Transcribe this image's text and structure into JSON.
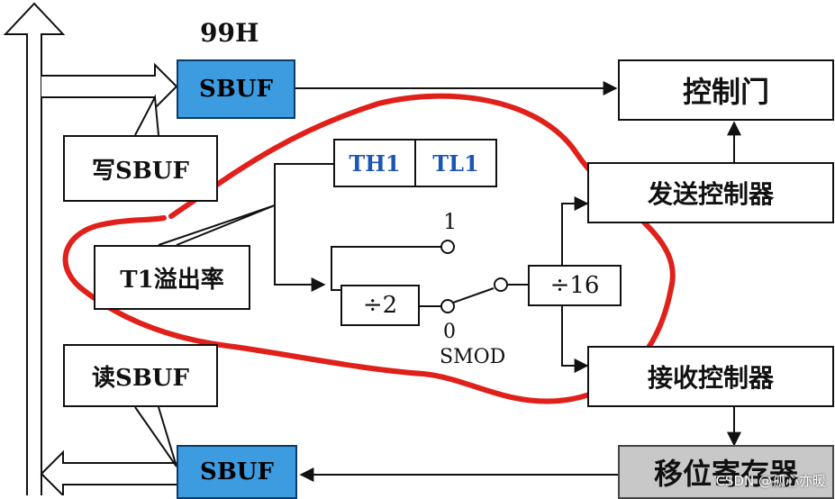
{
  "labels": {
    "addr": "99H",
    "sbuf_top": "SBUF",
    "sbuf_bottom": "SBUF",
    "write_sbuf": "写SBUF",
    "read_sbuf": "读SBUF",
    "control_gate": "控制门",
    "tx_ctrl": "发送控制器",
    "rx_ctrl": "接收控制器",
    "shift_reg": "移位寄存器",
    "th1": "TH1",
    "tl1": "TL1",
    "t1_overflow": "T1溢出率",
    "div2": "÷2",
    "div16": "÷16",
    "sw_one": "1",
    "sw_zero": "0",
    "smod": "SMOD"
  },
  "colors": {
    "sbuf_fill": "#3d9be0",
    "shift_fill": "#c8c8c8",
    "th_text": "#1e55b4",
    "highlight": "#e0201a"
  },
  "watermark": "CSDN @孤心亦暖"
}
